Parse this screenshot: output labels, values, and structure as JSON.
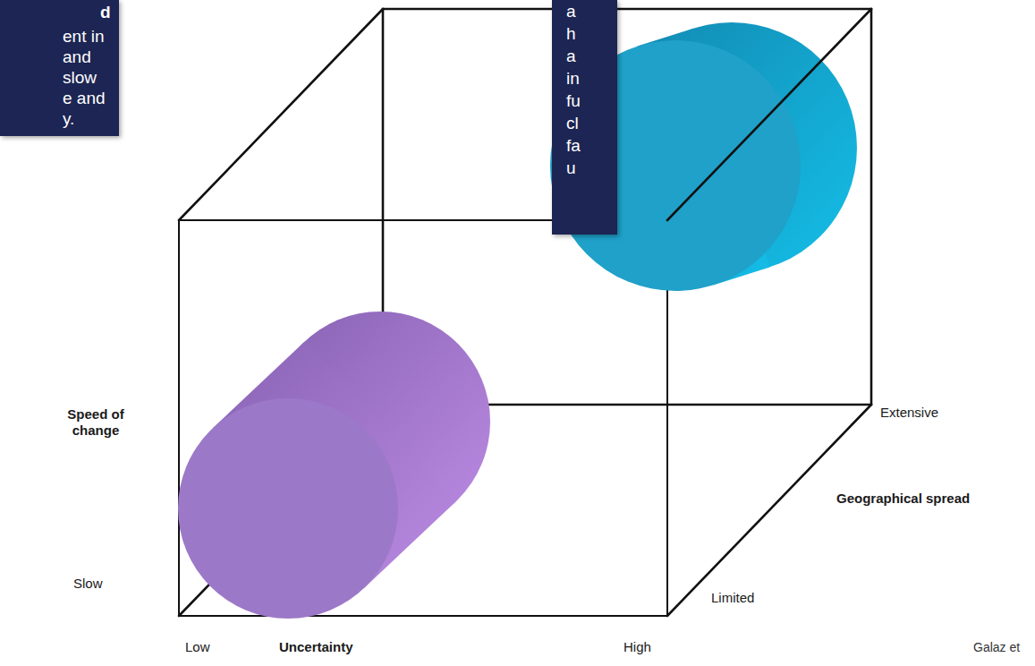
{
  "diagram": {
    "nodes": [
      {
        "text": [
          "d",
          "ent in and slow e and y."
        ]
      },
      {
        "text": [
          "a h a in fu cl fa u"
        ]
      }
    ],
    "labels": [
      "Speed of change",
      "Extensive",
      "Geographical spread",
      "Slow",
      "Limited",
      "Low",
      "Uncertainty",
      "High",
      "Galaz et"
    ]
  }
}
